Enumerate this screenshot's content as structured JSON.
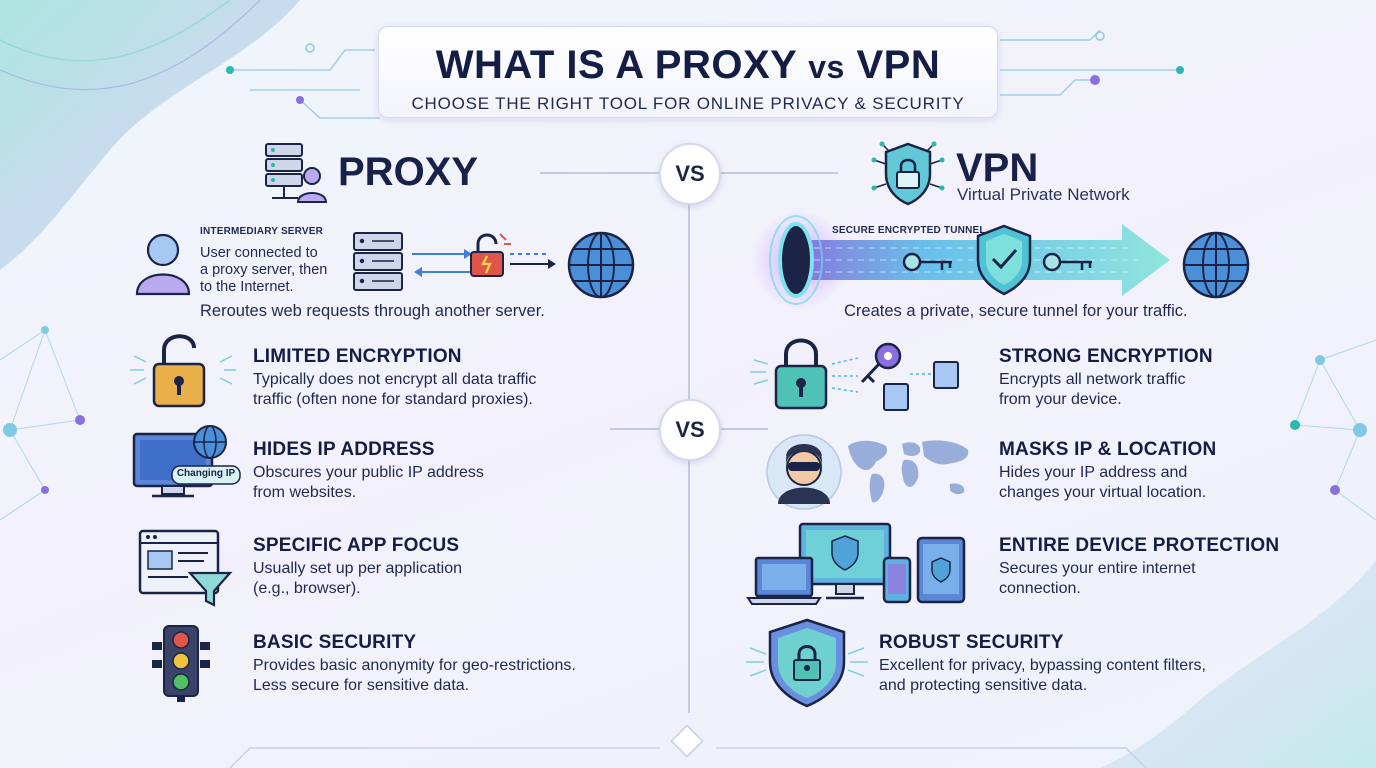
{
  "header": {
    "title_part1": "WHAT IS A PROXY",
    "title_vs": "vs",
    "title_part2": "VPN",
    "subtitle": "CHOOSE THE RIGHT TOOL FOR ONLINE PRIVACY & SECURITY"
  },
  "vs_label": "VS",
  "proxy": {
    "title": "PROXY",
    "diagram": {
      "label": "INTERMEDIARY SERVER",
      "text_lines": [
        "User connected to",
        "a proxy server, then",
        "to the Internet."
      ],
      "caption": "Reroutes web requests through another server."
    },
    "features": [
      {
        "title": "LIMITED ENCRYPTION",
        "desc_lines": [
          "Typically does not encrypt all data traffic",
          "traffic (often none for standard proxies)."
        ]
      },
      {
        "title": "HIDES IP ADDRESS",
        "desc_lines": [
          "Obscures your public IP address",
          "from websites."
        ],
        "badge": "Changing IP"
      },
      {
        "title": "SPECIFIC APP FOCUS",
        "desc_lines": [
          "Usually set up per application",
          "(e.g., browser)."
        ]
      },
      {
        "title": "BASIC SECURITY",
        "desc_lines": [
          "Provides basic anonymity for geo-restrictions.",
          "Less secure for sensitive data."
        ]
      }
    ]
  },
  "vpn": {
    "title": "VPN",
    "subtitle": "Virtual Private Network",
    "diagram": {
      "label": "SECURE ENCRYPTED TUNNEL",
      "caption": "Creates a private, secure tunnel for your traffic."
    },
    "features": [
      {
        "title": "STRONG ENCRYPTION",
        "desc_lines": [
          "Encrypts all network traffic",
          "from your device."
        ]
      },
      {
        "title": "MASKS IP & LOCATION",
        "desc_lines": [
          "Hides your IP address and",
          "changes your virtual location."
        ]
      },
      {
        "title": "ENTIRE DEVICE PROTECTION",
        "desc_lines": [
          "Secures your entire internet",
          "connection."
        ]
      },
      {
        "title": "ROBUST SECURITY",
        "desc_lines": [
          "Excellent for privacy, bypassing content filters,",
          "and protecting sensitive data."
        ]
      }
    ]
  },
  "colors": {
    "navy": "#141d44",
    "teal": "#2bb8b0",
    "purple": "#7a5fd6",
    "blue": "#3f7fd9",
    "tunnel_glow": "#6fd9f0"
  },
  "icons": [
    "server-icon",
    "user-icon",
    "broken-lock-icon",
    "globe-icon",
    "shield-lock-icon",
    "open-lock-icon",
    "monitor-icon",
    "browser-filter-icon",
    "traffic-light-icon",
    "lock-key-icon",
    "hooded-user-icon",
    "world-map-icon",
    "devices-icon",
    "shield-icon"
  ]
}
